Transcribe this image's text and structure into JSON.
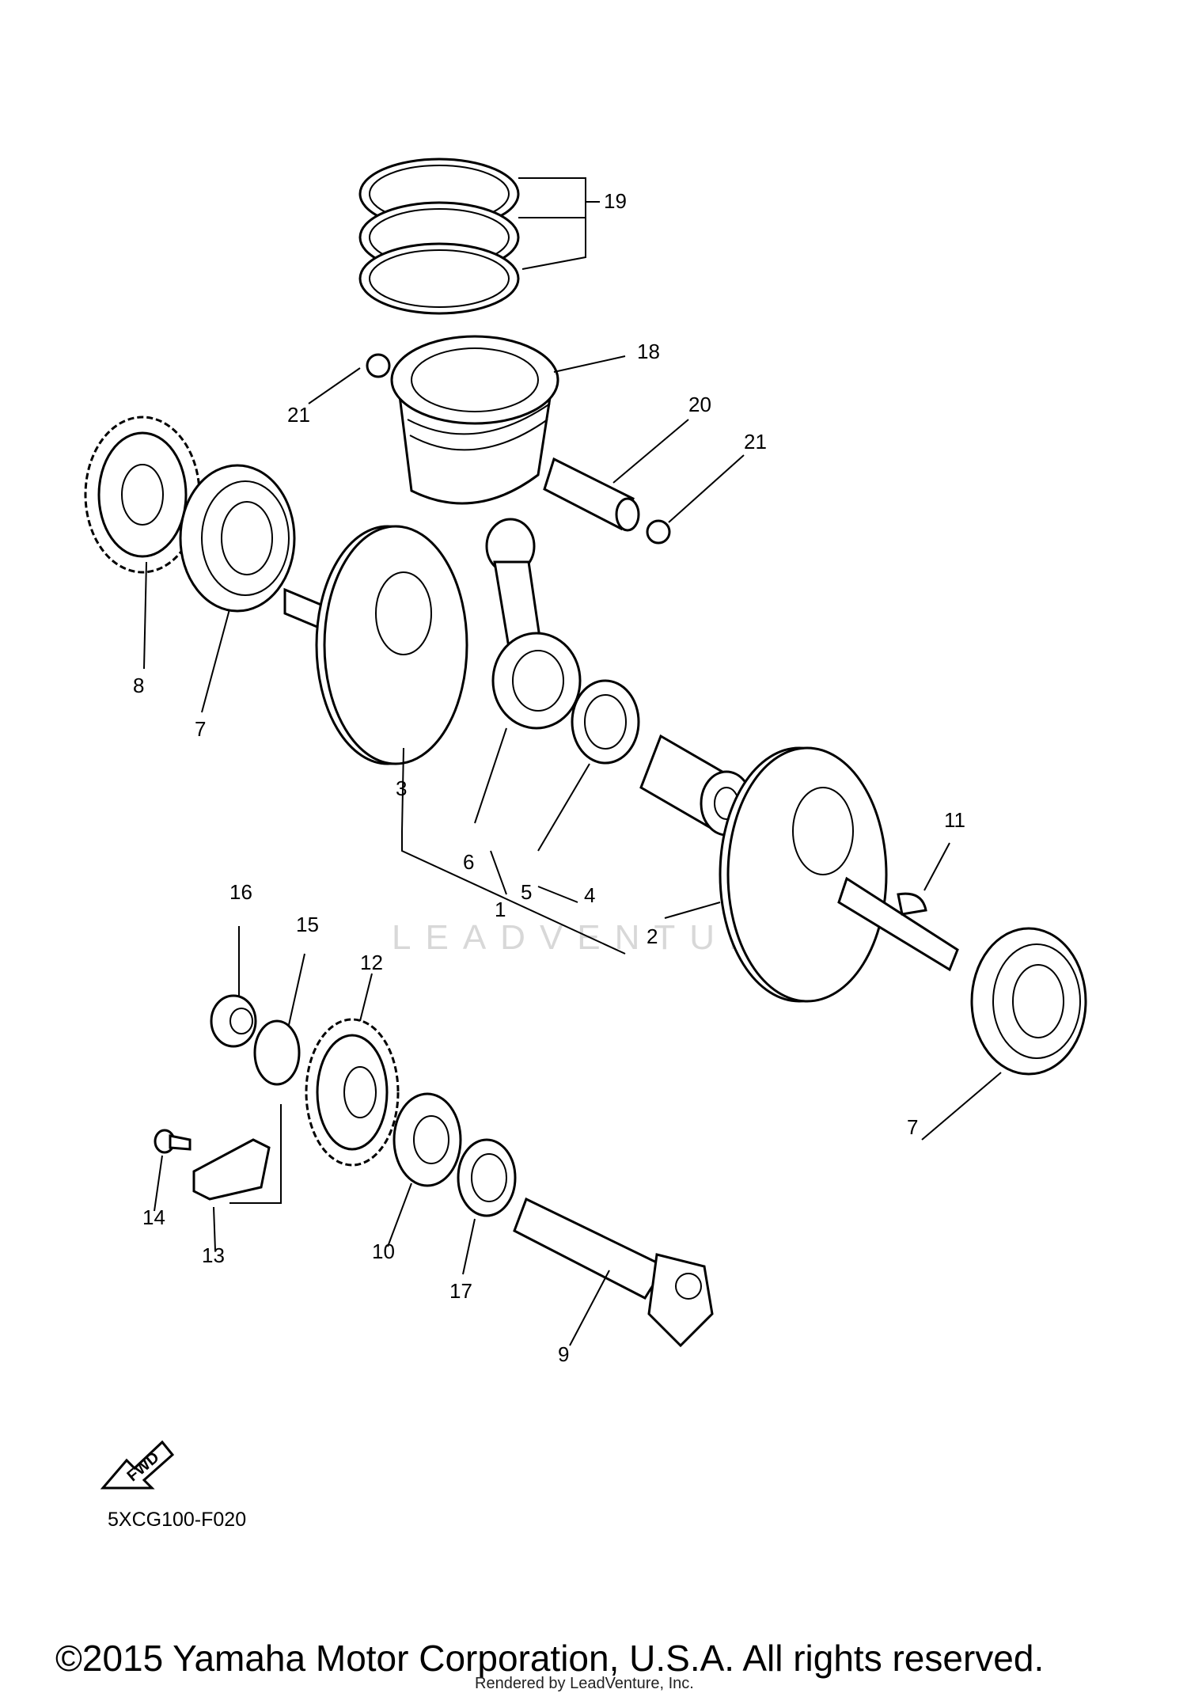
{
  "diagram": {
    "callouts": [
      {
        "id": "c19",
        "text": "19"
      },
      {
        "id": "c18",
        "text": "18"
      },
      {
        "id": "c20",
        "text": "20"
      },
      {
        "id": "c21a",
        "text": "21"
      },
      {
        "id": "c21b",
        "text": "21"
      },
      {
        "id": "c8",
        "text": "8"
      },
      {
        "id": "c7a",
        "text": "7"
      },
      {
        "id": "c3",
        "text": "3"
      },
      {
        "id": "c6",
        "text": "6"
      },
      {
        "id": "c5",
        "text": "5"
      },
      {
        "id": "c1",
        "text": "1"
      },
      {
        "id": "c4",
        "text": "4"
      },
      {
        "id": "c2",
        "text": "2"
      },
      {
        "id": "c11",
        "text": "11"
      },
      {
        "id": "c7b",
        "text": "7"
      },
      {
        "id": "c16",
        "text": "16"
      },
      {
        "id": "c15",
        "text": "15"
      },
      {
        "id": "c12",
        "text": "12"
      },
      {
        "id": "c14",
        "text": "14"
      },
      {
        "id": "c13",
        "text": "13"
      },
      {
        "id": "c10",
        "text": "10"
      },
      {
        "id": "c17",
        "text": "17"
      },
      {
        "id": "c9",
        "text": "9"
      }
    ],
    "fwd_label": "FWD",
    "watermark": "LEADVENTURE",
    "reference_code": "5XCG100-F020"
  },
  "footer": {
    "copyright": "©2015 Yamaha Motor Corporation, U.S.A. All rights reserved.",
    "rendered_by": "Rendered by LeadVenture, Inc."
  }
}
